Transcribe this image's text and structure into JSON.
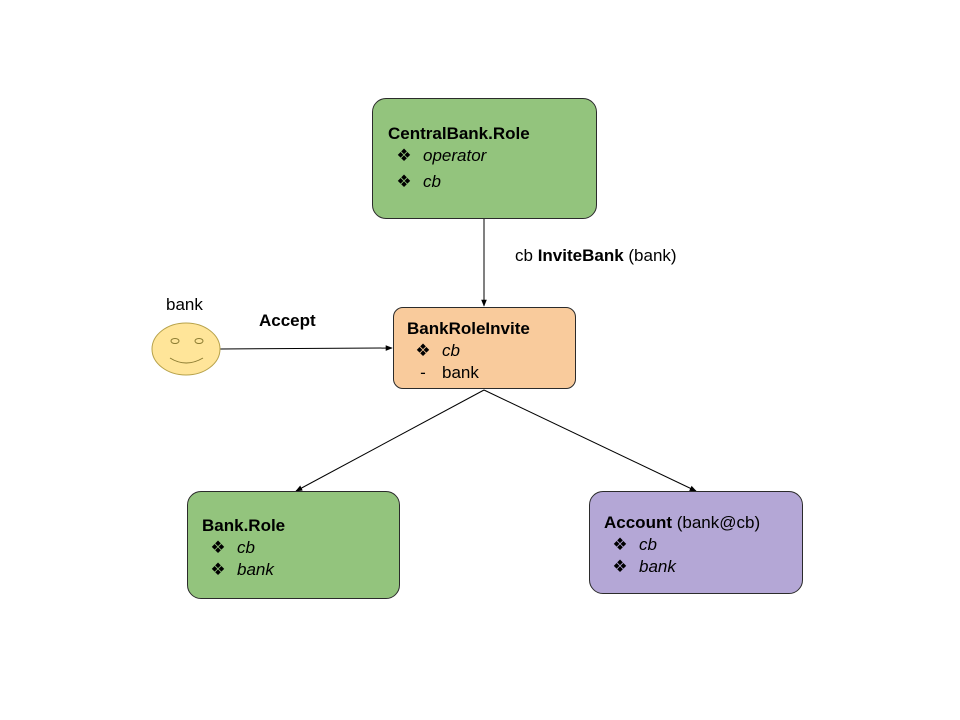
{
  "colors": {
    "green": "#93c47d",
    "orange": "#f9cb9c",
    "purple": "#b4a7d6",
    "smiley": "#ffe599",
    "stroke": "#2b2b2b"
  },
  "nodes": {
    "central_bank_role": {
      "title": "CentralBank.Role",
      "items": [
        {
          "bullet": "❖",
          "text": "operator"
        },
        {
          "bullet": "❖",
          "text": "cb"
        }
      ]
    },
    "bank_role_invite": {
      "title": "BankRoleInvite",
      "items": [
        {
          "bullet": "❖",
          "text": "cb"
        },
        {
          "bullet": "-",
          "text": "bank"
        }
      ]
    },
    "bank_role": {
      "title": "Bank.Role",
      "items": [
        {
          "bullet": "❖",
          "text": "cb"
        },
        {
          "bullet": "❖",
          "text": "bank"
        }
      ]
    },
    "account": {
      "title": "Account",
      "title_suffix": " (bank@cb)",
      "items": [
        {
          "bullet": "❖",
          "text": "cb"
        },
        {
          "bullet": "❖",
          "text": "bank"
        }
      ]
    }
  },
  "actor": {
    "label": "bank",
    "icon": "smiley-face-icon"
  },
  "edges": {
    "invite": {
      "prefix": "cb ",
      "bold": "InviteBank",
      "suffix": " (bank)"
    },
    "accept": {
      "label": "Accept"
    }
  }
}
